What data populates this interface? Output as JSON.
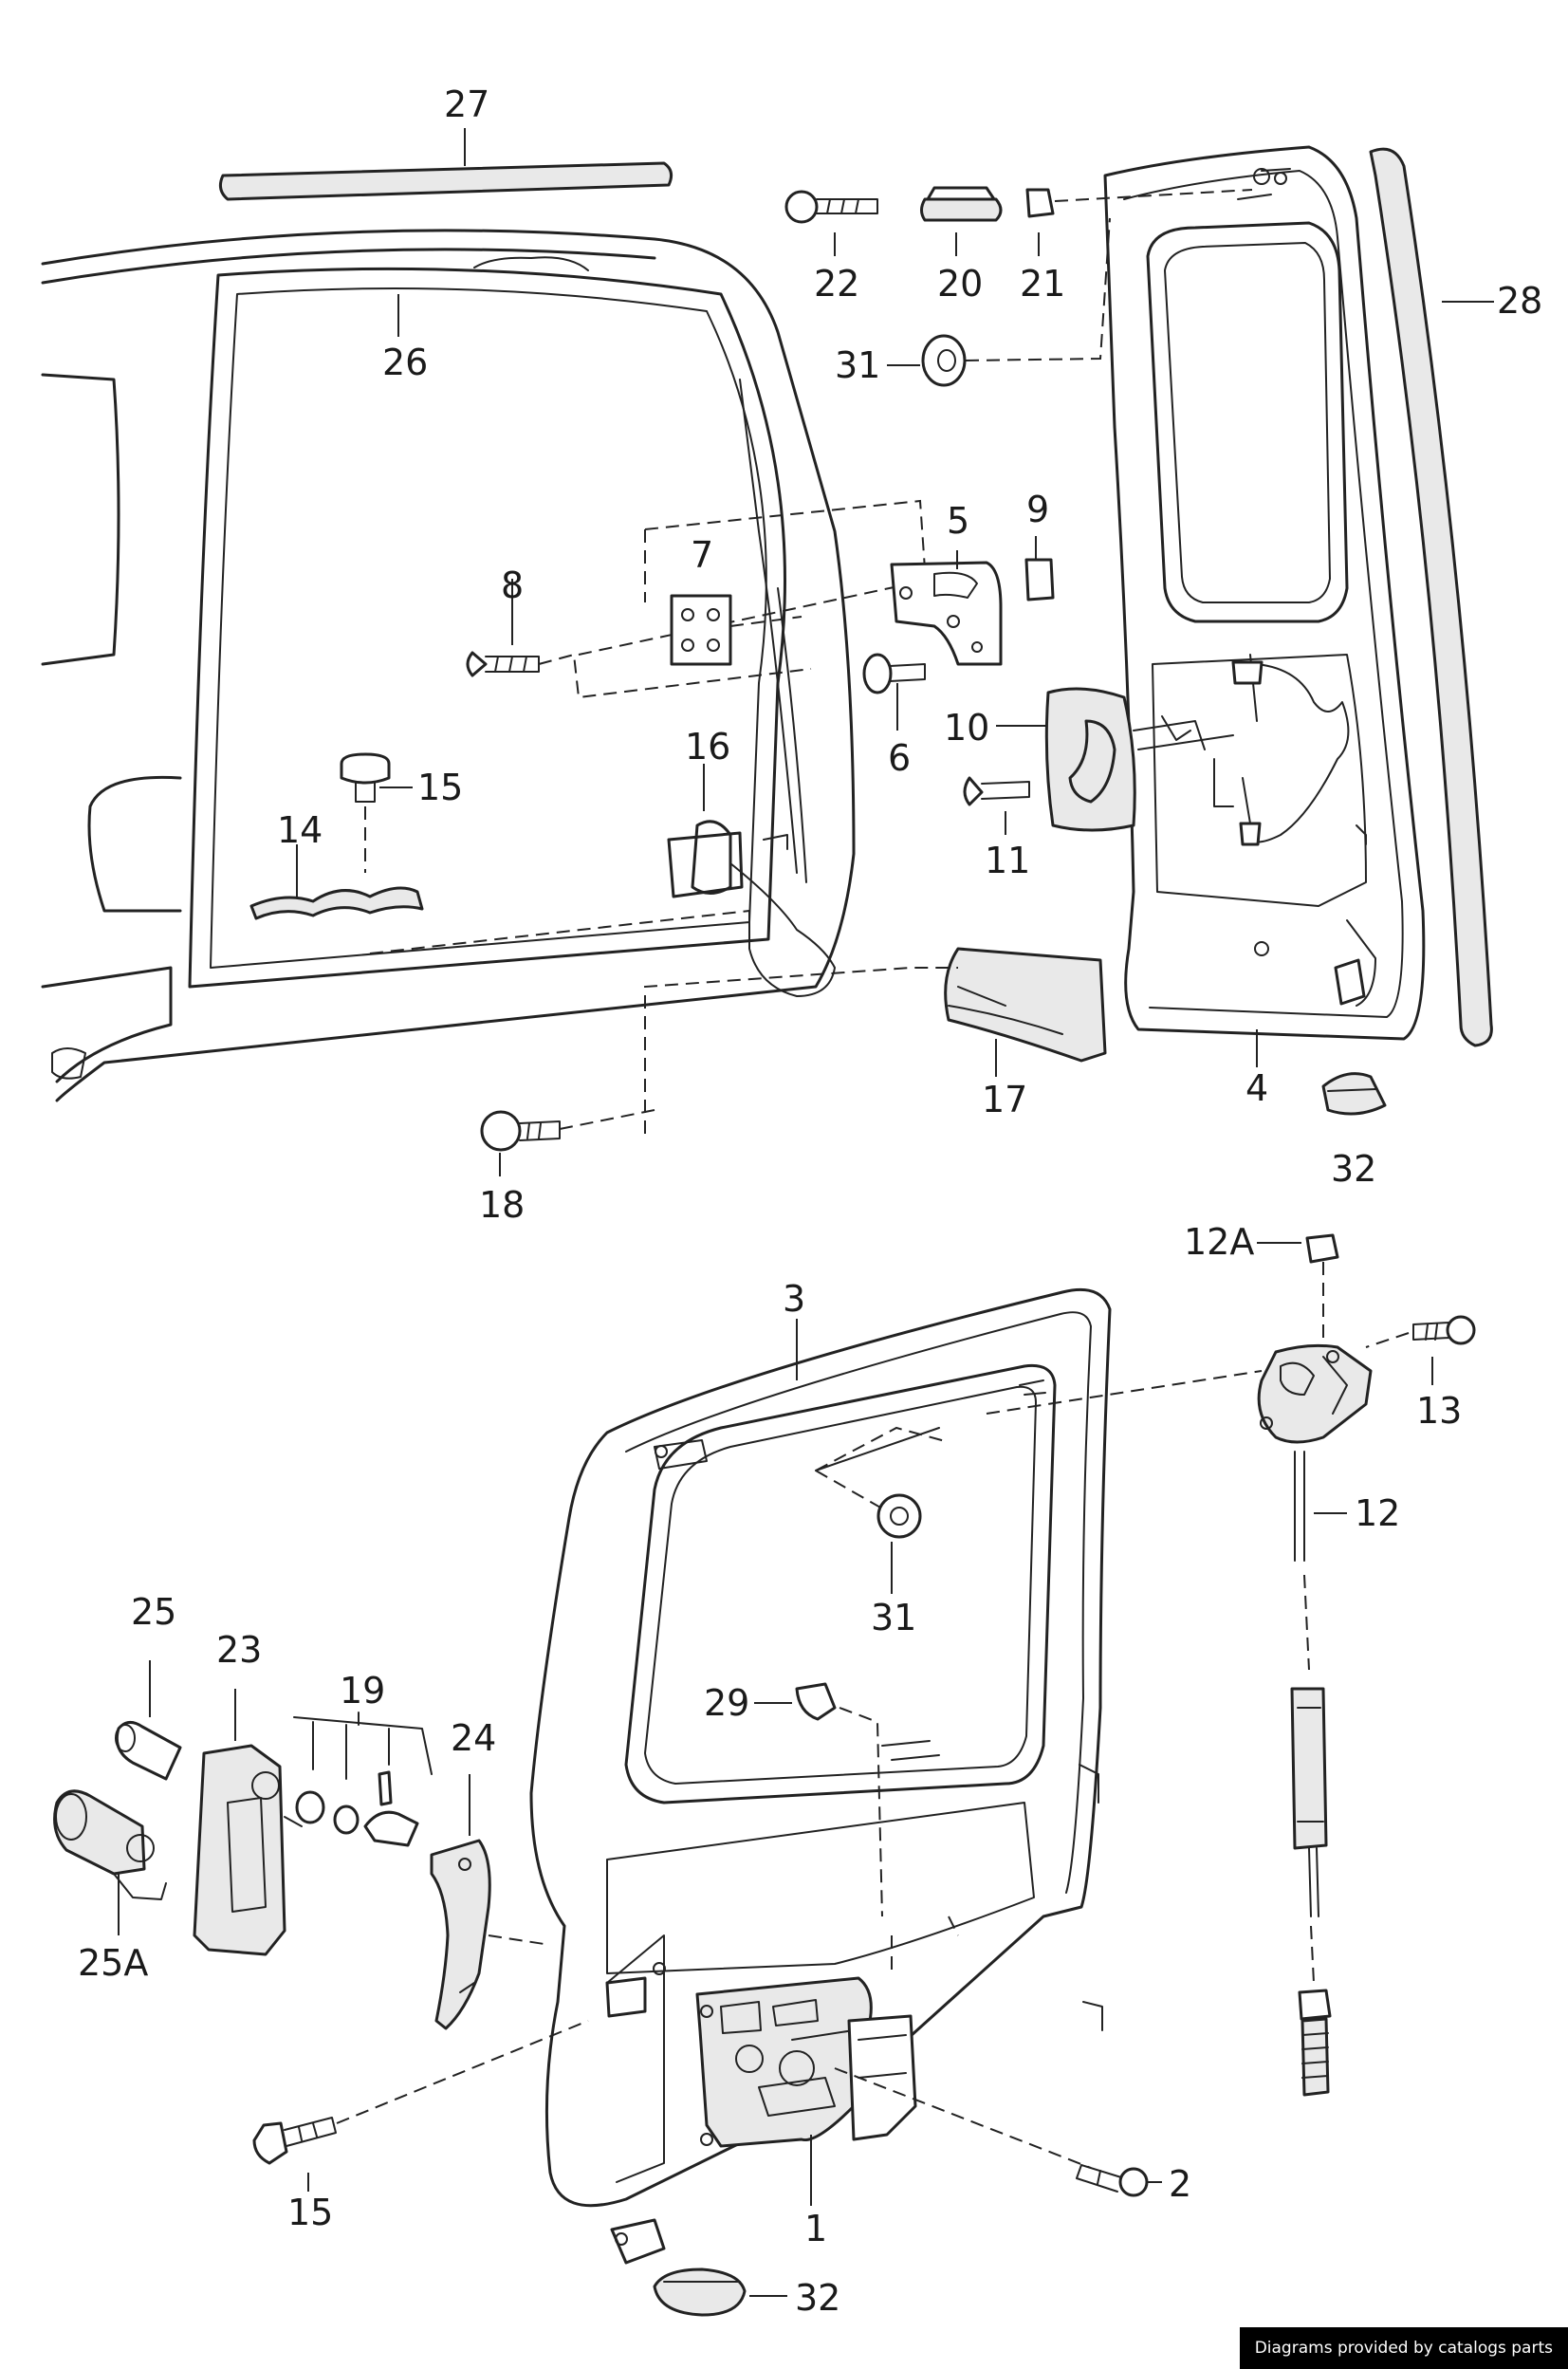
{
  "callouts": [
    {
      "id": "27",
      "text": "27"
    },
    {
      "id": "22",
      "text": "22"
    },
    {
      "id": "20",
      "text": "20"
    },
    {
      "id": "21",
      "text": "21"
    },
    {
      "id": "28",
      "text": "28"
    },
    {
      "id": "26",
      "text": "26"
    },
    {
      "id": "31a",
      "text": "31"
    },
    {
      "id": "5",
      "text": "5"
    },
    {
      "id": "9",
      "text": "9"
    },
    {
      "id": "7",
      "text": "7"
    },
    {
      "id": "8",
      "text": "8"
    },
    {
      "id": "6",
      "text": "6"
    },
    {
      "id": "10",
      "text": "10"
    },
    {
      "id": "15a",
      "text": "15"
    },
    {
      "id": "16",
      "text": "16"
    },
    {
      "id": "11",
      "text": "11"
    },
    {
      "id": "14",
      "text": "14"
    },
    {
      "id": "17",
      "text": "17"
    },
    {
      "id": "4",
      "text": "4"
    },
    {
      "id": "18",
      "text": "18"
    },
    {
      "id": "32a",
      "text": "32"
    },
    {
      "id": "12A",
      "text": "12A"
    },
    {
      "id": "3",
      "text": "3"
    },
    {
      "id": "13",
      "text": "13"
    },
    {
      "id": "12",
      "text": "12"
    },
    {
      "id": "31b",
      "text": "31"
    },
    {
      "id": "25",
      "text": "25"
    },
    {
      "id": "23",
      "text": "23"
    },
    {
      "id": "19",
      "text": "19"
    },
    {
      "id": "24",
      "text": "24"
    },
    {
      "id": "29",
      "text": "29"
    },
    {
      "id": "25A",
      "text": "25A"
    },
    {
      "id": "15b",
      "text": "15"
    },
    {
      "id": "2",
      "text": "2"
    },
    {
      "id": "1",
      "text": "1"
    },
    {
      "id": "32b",
      "text": "32"
    }
  ],
  "credit": "Diagrams provided by catalogs parts"
}
